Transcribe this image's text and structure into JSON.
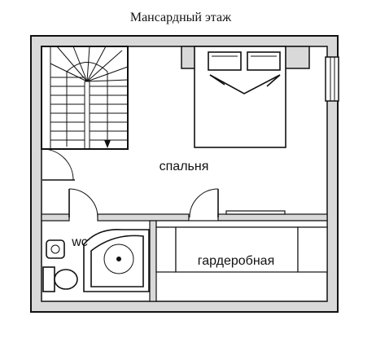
{
  "plan": {
    "title": "Мансардный этаж",
    "rooms": {
      "bedroom": "спальня",
      "wc": "wc",
      "wardrobe": "гардеробная"
    }
  }
}
